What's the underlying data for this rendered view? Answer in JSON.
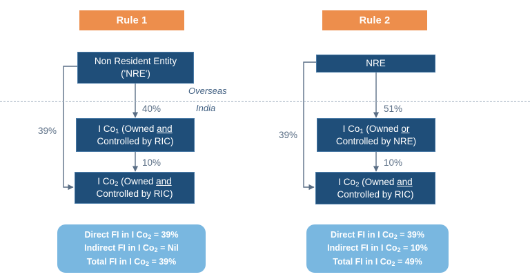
{
  "diagram": {
    "divider": {
      "above_label": "Overseas",
      "below_label": "India"
    },
    "panels": [
      {
        "id": "rule-1",
        "banner": "Rule 1",
        "boxes": {
          "top": {
            "line1": "Non Resident Entity",
            "line2": "('NRE')"
          },
          "middle": {
            "line1_a": "I Co",
            "line1_sub": "1",
            "line1_b": " (Owned ",
            "line1_em": "and",
            "line2": "Controlled by RIC)"
          },
          "bottom": {
            "line1_a": "I Co",
            "line1_sub": "2",
            "line1_b": " (Owned ",
            "line1_em": "and",
            "line2": "Controlled by RIC)"
          }
        },
        "edges": {
          "top_to_middle": "40%",
          "middle_to_bottom": "10%",
          "top_to_bottom_bypass": "39%"
        },
        "summary": {
          "line1_a": "Direct FI in I Co",
          "line1_sub": "2",
          "line1_b": " = 39%",
          "line2_a": "Indirect FI in I Co",
          "line2_sub": "2",
          "line2_b": " = Nil",
          "line3_a": "Total FI in I Co",
          "line3_sub": "2",
          "line3_b": " = 39%"
        }
      },
      {
        "id": "rule-2",
        "banner": "Rule 2",
        "boxes": {
          "top": {
            "line1": "NRE",
            "line2": ""
          },
          "middle": {
            "line1_a": "I Co",
            "line1_sub": "1",
            "line1_b": " (Owned ",
            "line1_em": "or",
            "line2": "Controlled by NRE)"
          },
          "bottom": {
            "line1_a": "I Co",
            "line1_sub": "2",
            "line1_b": " (Owned ",
            "line1_em": "and",
            "line2": "Controlled by RIC)"
          }
        },
        "edges": {
          "top_to_middle": "51%",
          "middle_to_bottom": "10%",
          "top_to_bottom_bypass": "39%"
        },
        "summary": {
          "line1_a": "Direct FI in I Co",
          "line1_sub": "2",
          "line1_b": " = 39%",
          "line2_a": "Indirect FI in I Co",
          "line2_sub": "2",
          "line2_b": " = 10%",
          "line3_a": "Total FI in I Co",
          "line3_sub": "2",
          "line3_b": " = 49%"
        }
      }
    ],
    "colors": {
      "banner_orange": "#ED8E4C",
      "entity_navy": "#1F4E79",
      "entity_border": "#4A7BA7",
      "summary_blue": "#79B7E0",
      "wire_gray": "#5A6E85",
      "divider_gray": "#9AA9BB",
      "region_text": "#3F5E80"
    }
  }
}
